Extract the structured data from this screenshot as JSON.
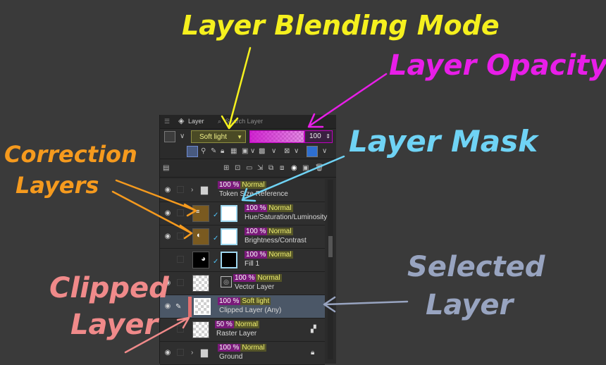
{
  "annotations": {
    "blend_mode": "Layer Blending Mode",
    "opacity": "Layer Opacity",
    "mask": "Layer Mask",
    "correction_line1": "Correction",
    "correction_line2": "Layers",
    "selected_line1": "Selected",
    "selected_line2": "Layer",
    "clipped_line1": "Clipped",
    "clipped_line2": "Layer"
  },
  "colors": {
    "blend_annotation": "#f5f01e",
    "opacity_annotation": "#e81ee8",
    "mask_annotation": "#6fd3f5",
    "correction_annotation": "#f59a1e",
    "selected_annotation": "#98a4c0",
    "clipped_annotation": "#f08a8a"
  },
  "panel": {
    "tabs": [
      {
        "label": "Layer",
        "icon": "layers-icon"
      },
      {
        "label": "Search Layer",
        "icon": "search-icon"
      }
    ],
    "blend_mode": "Soft light",
    "opacity": "100"
  },
  "layers": [
    {
      "opacity": "100 %",
      "mode": "Normal",
      "name": "Token Size Reference",
      "type": "folder",
      "visible": true
    },
    {
      "opacity": "100 %",
      "mode": "Normal",
      "name": "Hue/Saturation/Luminosity",
      "type": "correction",
      "visible": true,
      "mask": true
    },
    {
      "opacity": "100 %",
      "mode": "Normal",
      "name": "Brightness/Contrast",
      "type": "correction",
      "visible": true,
      "mask": true
    },
    {
      "opacity": "100 %",
      "mode": "Normal",
      "name": "Fill 1",
      "type": "fill",
      "visible": false,
      "mask": true
    },
    {
      "opacity": "100 %",
      "mode": "Normal",
      "name": "Vector Layer",
      "type": "vector",
      "visible": true
    },
    {
      "opacity": "100 %",
      "mode": "Soft light",
      "name": "Clipped Layer (Any)",
      "type": "raster",
      "visible": true,
      "selected": true,
      "clipped": true
    },
    {
      "opacity": "50 %",
      "mode": "Normal",
      "name": "Raster Layer",
      "type": "raster",
      "visible": false
    },
    {
      "opacity": "100 %",
      "mode": "Normal",
      "name": "Ground",
      "type": "folder",
      "visible": true,
      "locked": true
    }
  ]
}
